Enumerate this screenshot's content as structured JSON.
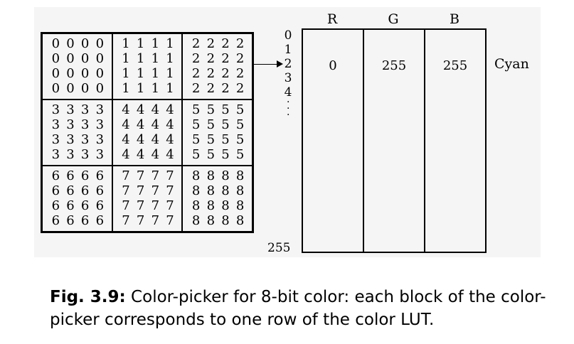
{
  "picker_blocks": [
    {
      "value": "0"
    },
    {
      "value": "1"
    },
    {
      "value": "2"
    },
    {
      "value": "3"
    },
    {
      "value": "4"
    },
    {
      "value": "5"
    },
    {
      "value": "6"
    },
    {
      "value": "7"
    },
    {
      "value": "8"
    }
  ],
  "lut": {
    "columns": [
      "R",
      "G",
      "B"
    ],
    "index_labels": [
      "0",
      "1",
      "2",
      "3",
      "4"
    ],
    "index_last": "255",
    "row_values": [
      "0",
      "255",
      "255"
    ],
    "color_name": "Cyan"
  },
  "caption": {
    "label": "Fig. 3.9:",
    "text": " Color-picker for 8-bit color: each block of the color-picker corresponds to one row of the color LUT."
  }
}
